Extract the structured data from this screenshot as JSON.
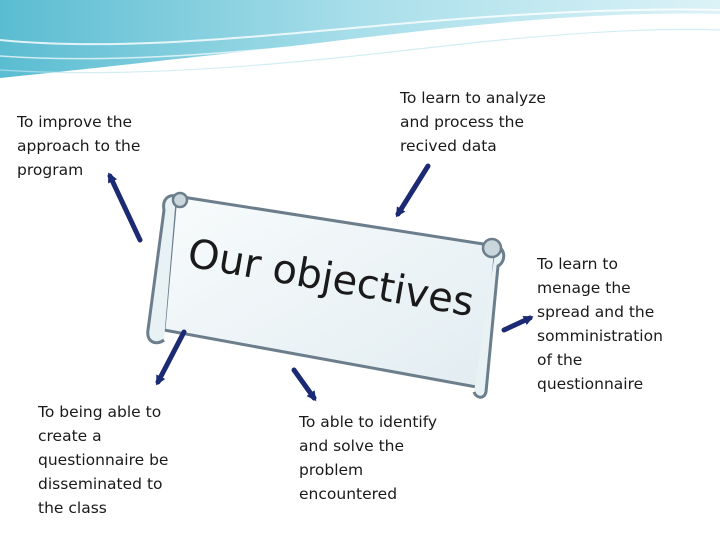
{
  "slide": {
    "scroll_title": "Our objectives",
    "objectives": {
      "improve_approach": "To improve the\napproach  to the\nprogram",
      "analyze_data": "To learn to analyze\nand process the\nrecived data",
      "manage_spread": "To learn to\nmenage the\nspread and the\nsomministration\nof the\nquestionnaire",
      "create_questionnaire": "To being able to\ncreate a\nquestionnaire be\ndisseminated to\nthe class",
      "identify_problem": "To able to identify\nand solve the\nproblem\nencountered"
    }
  },
  "colors": {
    "banner_teal": "#5bbfd4",
    "scroll_fill": "#eef5f8",
    "scroll_stroke": "#6c7e8c",
    "arrow_stroke": "#1b2a73"
  }
}
